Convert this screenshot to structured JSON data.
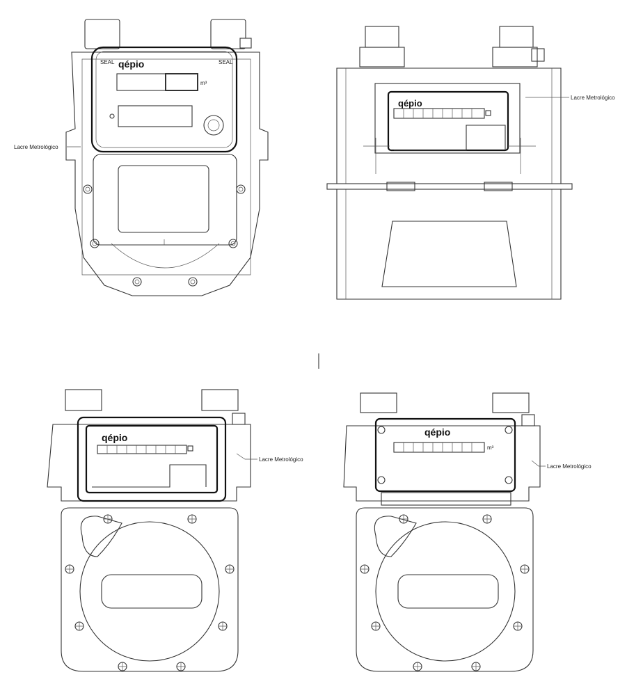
{
  "brand": "qépio",
  "seal_text": "SEAL",
  "unit_m3": "m³",
  "views": [
    {
      "id": "a",
      "callout": "Lacre Metrológico",
      "logo": "qépio"
    },
    {
      "id": "b",
      "callout": "Lacre Metrológico",
      "logo": "qépio"
    },
    {
      "id": "c",
      "callout": "Lacre Metrológico",
      "logo": "qépio"
    },
    {
      "id": "d",
      "callout": "Lacre Metrológico",
      "logo": "qépio"
    }
  ]
}
